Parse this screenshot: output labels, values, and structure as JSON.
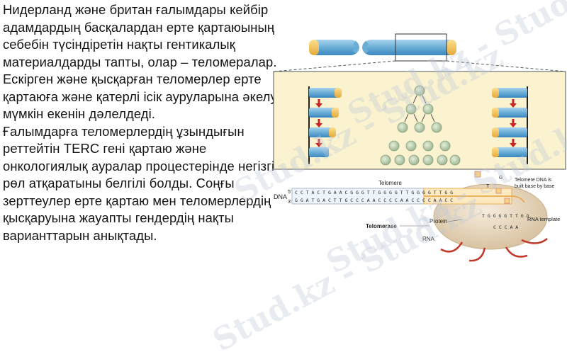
{
  "article": {
    "paragraph1": "Нидерланд және британ ғалымдары кейбір адамдардың басқалардан ерте қартаюының себебін түсіндіретін нақты гентикалық материалдарды тапты, олар – теломералар. Ескірген және қысқарған теломерлер ерте қартаюға және қатерлі ісік ауруларына әкелуі мүмкін екенін дәлелдеді.",
    "paragraph2": "Ғалымдарға теломерлердің ұзындығын реттейтін TERC гені қартаю және онкологиялық ауралар процестерінде негізгі рөл атқаратыны белгілі болды. Соңғы зерттеулер ерте қартаю мен теломерлердің қысқаруына жауапты гендердің нақты варианттарын анықтады."
  },
  "figure": {
    "dna_label": "DNA",
    "strand_end_5": "5'",
    "strand_end_3": "3'",
    "top_sequence": "C C T A C T G A A C G G G T T G G G G T T G G G G T T G G",
    "bottom_sequence": "G G A T G A C T T G C C C A A C C C C A A C C C C A A C C",
    "right_sequence_top": "T G G G G T T G G",
    "right_sequence_bottom": "C C C A A",
    "telomere_label": "Telomere",
    "telomerase_label": "Telomerase",
    "protein_label": "Protein",
    "rna_label": "RNA",
    "rna_template_label": "RNA template",
    "callout_line1": "Telomere DNA is",
    "callout_line2": "built base by base",
    "nucleotide_t": "T",
    "nucleotide_g": "G"
  },
  "watermark": {
    "text": "Stud.kz - Stud.kz"
  },
  "colors": {
    "chromosome_blue": "#6aaed6",
    "chromosome_cap": "#f2c14e",
    "panel_bg": "#fbf3cf",
    "arrow_red": "#cc2222",
    "cell_green": "#b8ccac",
    "telomerase_body": "#ecdcc4",
    "strand_orange": "#e8a23c"
  }
}
